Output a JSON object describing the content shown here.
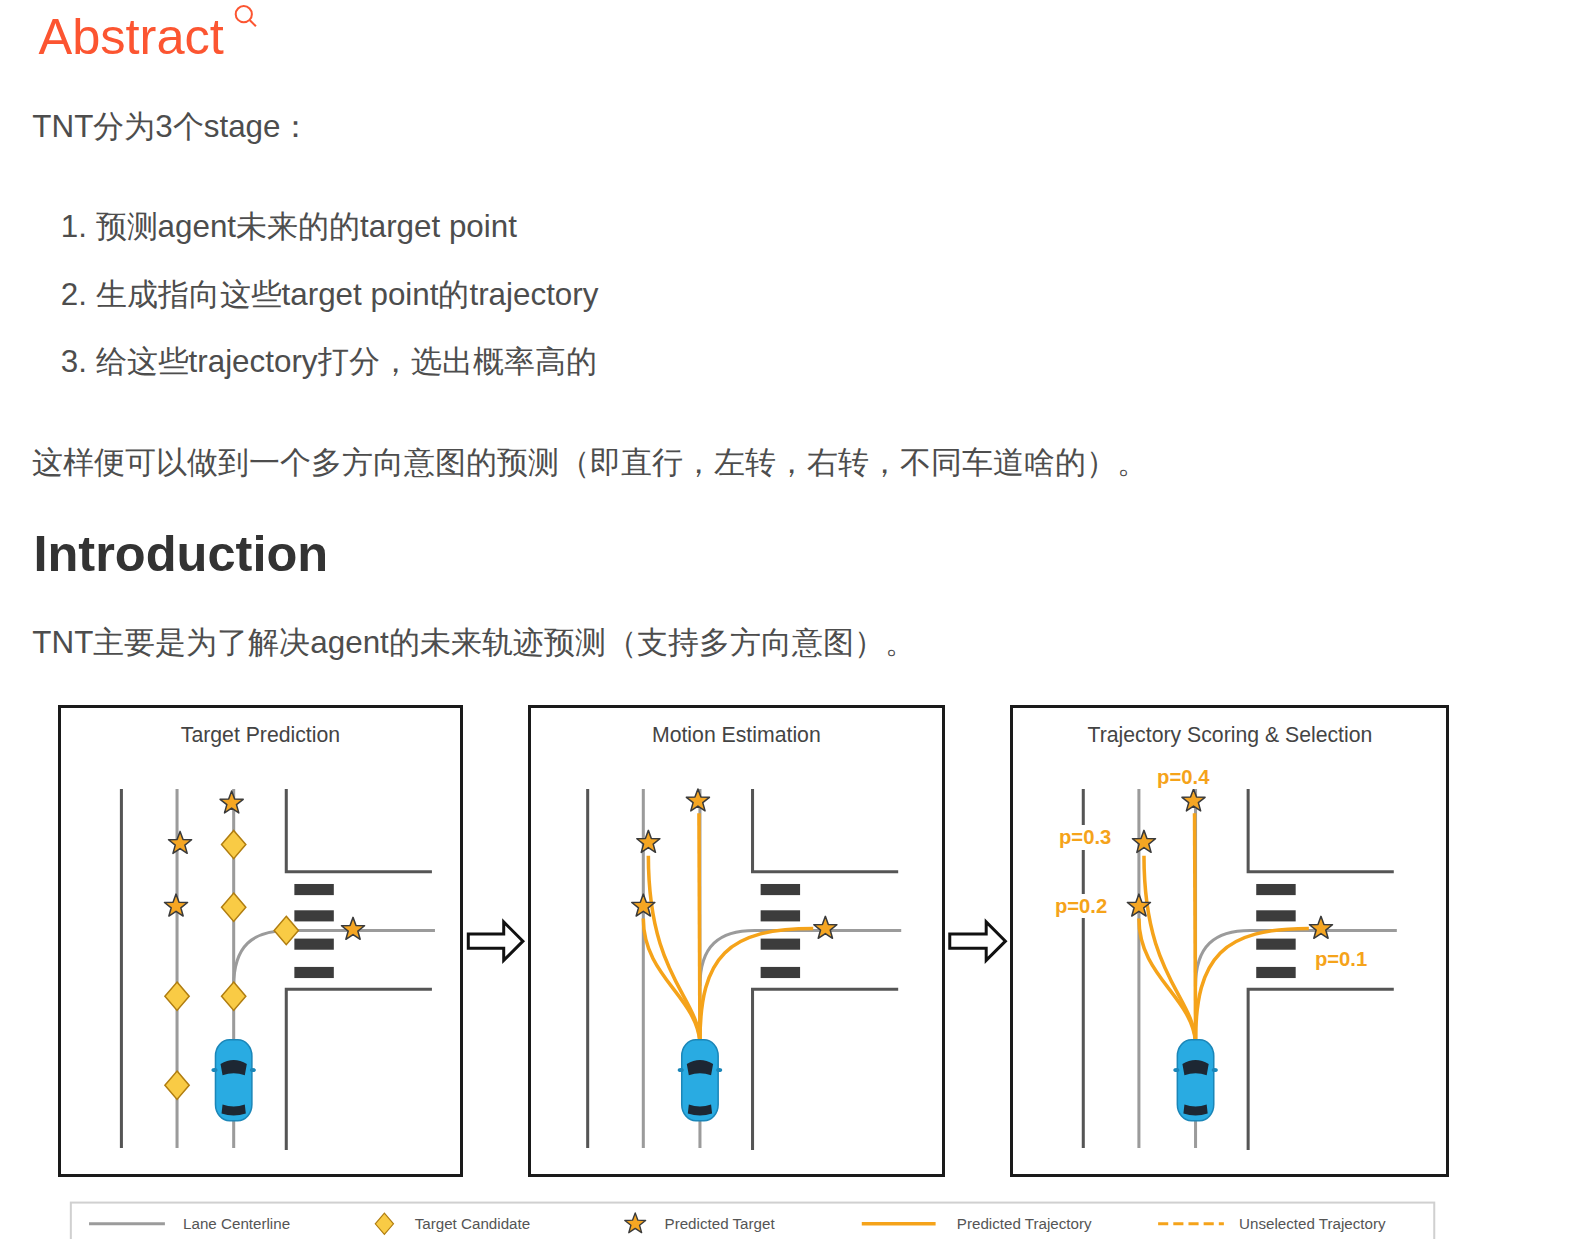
{
  "diagram": {
    "title": "Abstract",
    "nodes": [
      {
        "text": [
          "Target Prediction"
        ]
      },
      {
        "text": [
          "Motion Estimation"
        ]
      },
      {
        "text": [
          "Trajectory Scoring & Selection"
        ]
      }
    ],
    "edges": [
      {
        "from": 0,
        "to": 1,
        "arrow": "to"
      },
      {
        "from": 1,
        "to": 2,
        "arrow": "to"
      }
    ],
    "labels": [
      "TNT分为3个stage：",
      "1. 预测agent未来的的target point",
      "2. 生成指向这些target point的trajectory",
      "3. 给这些trajectory打分，选出概率高的",
      "这样便可以做到一个多方向意图的预测（即直行，左转，右转，不同车道啥的）。",
      "Introduction",
      "TNT主要是为了解决agent的未来轨迹预测（支持多方向意图）。",
      "p=0.4",
      "p=0.3",
      "p=0.2",
      "p=0.1"
    ],
    "legend": [
      {
        "text": "Lane Centerline"
      },
      {
        "text": "Target Candidate"
      },
      {
        "text": "Predicted Target"
      },
      {
        "text": "Predicted Trajectory"
      },
      {
        "text": "Unselected Trajectory"
      }
    ]
  }
}
